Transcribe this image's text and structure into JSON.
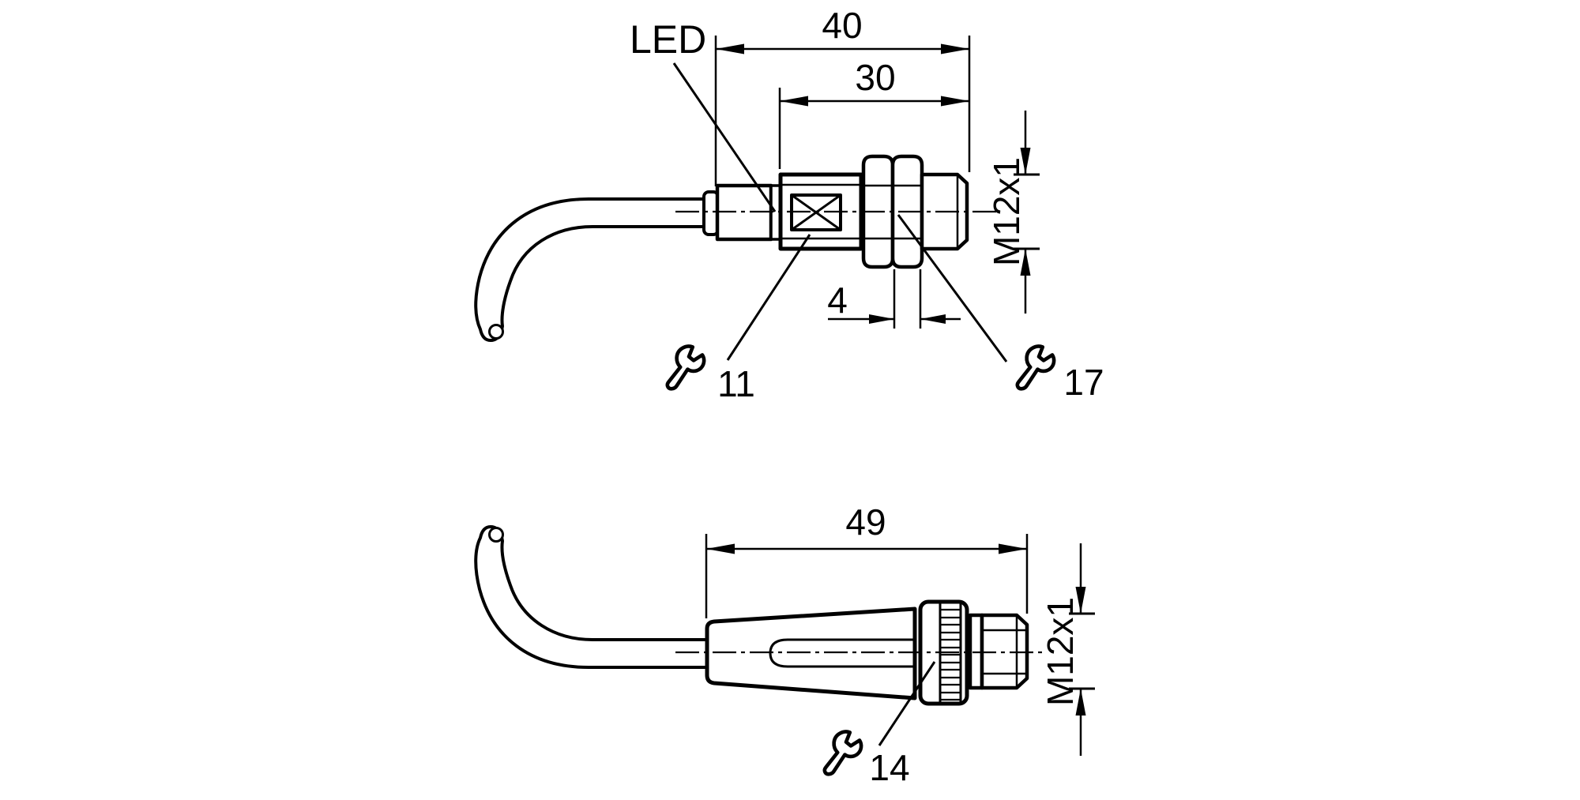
{
  "colors": {
    "line": "#000000",
    "background": "#ffffff"
  },
  "top_view": {
    "led_label": "LED",
    "dim_overall": "40",
    "dim_barrel": "30",
    "dim_nut": "4",
    "thread_spec": "M12x1",
    "wrench_housing": "11",
    "wrench_nut": "17"
  },
  "bottom_view": {
    "dim_overall": "49",
    "thread_spec": "M12x1",
    "wrench_coupling": "14"
  }
}
